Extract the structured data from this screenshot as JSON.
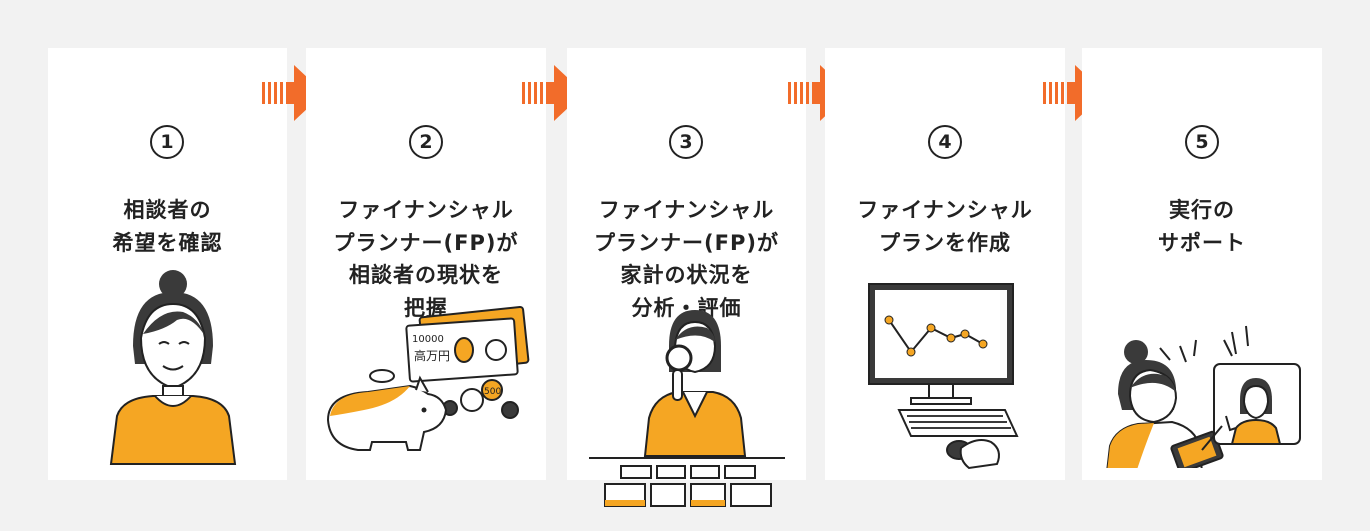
{
  "steps": [
    {
      "number": "1",
      "lines": [
        "相談者の",
        "希望を確認"
      ]
    },
    {
      "number": "2",
      "lines": [
        "ファイナンシャル",
        "プランナー(FP)が",
        "相談者の現状を",
        "把握"
      ]
    },
    {
      "number": "3",
      "lines": [
        "ファイナンシャル",
        "プランナー(FP)が",
        "家計の状況を",
        "分析・評価"
      ]
    },
    {
      "number": "4",
      "lines": [
        "ファイナンシャル",
        "プランを作成"
      ]
    },
    {
      "number": "5",
      "lines": [
        "実行の",
        "サポート"
      ]
    }
  ],
  "banknote": {
    "number": "10000",
    "text": "高万円"
  },
  "coin": {
    "text": "500"
  },
  "colors": {
    "accent": "#f5a623",
    "arrow": "#f26c2a",
    "ink": "#222222",
    "card": "#ffffff",
    "background": "#f2f2f2"
  },
  "icons": [
    "woman-icon",
    "piggy-bank-icon",
    "magnifier-woman-icon",
    "computer-icon",
    "tablet-video-call-icon"
  ]
}
